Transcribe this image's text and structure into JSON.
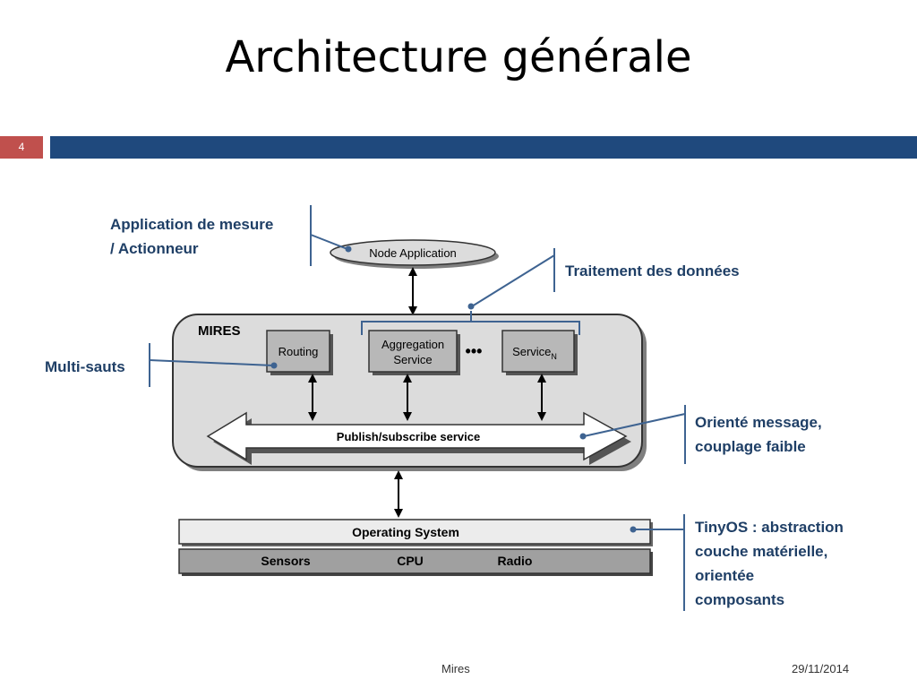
{
  "slide": {
    "title": "Architecture générale",
    "number": "4",
    "footer_center": "Mires",
    "footer_date": "29/11/2014"
  },
  "diagram": {
    "node_application": "Node Application",
    "mires": "MIRES",
    "routing": "Routing",
    "aggregation_line1": "Aggregation",
    "aggregation_line2": "Service",
    "ellipsis": "•••",
    "service_n": "Service",
    "service_n_sub": "N",
    "publish_subscribe": "Publish/subscribe service",
    "operating_system": "Operating System",
    "sensors": "Sensors",
    "cpu": "CPU",
    "radio": "Radio"
  },
  "annotations": {
    "application": [
      "Application de mesure",
      "/ Actionneur"
    ],
    "traitement": "Traitement des données",
    "multisauts": "Multi-sauts",
    "oriente": [
      "Orienté message,",
      "couplage faible"
    ],
    "tinyos": [
      "TinyOS : abstraction",
      "couche matérielle,",
      "orientée",
      "composants"
    ]
  },
  "colors": {
    "title_bar": "#1f497d",
    "slide_number_box": "#c0504d",
    "annotation_text": "#1f3f66",
    "callout_line": "#3e6391"
  }
}
